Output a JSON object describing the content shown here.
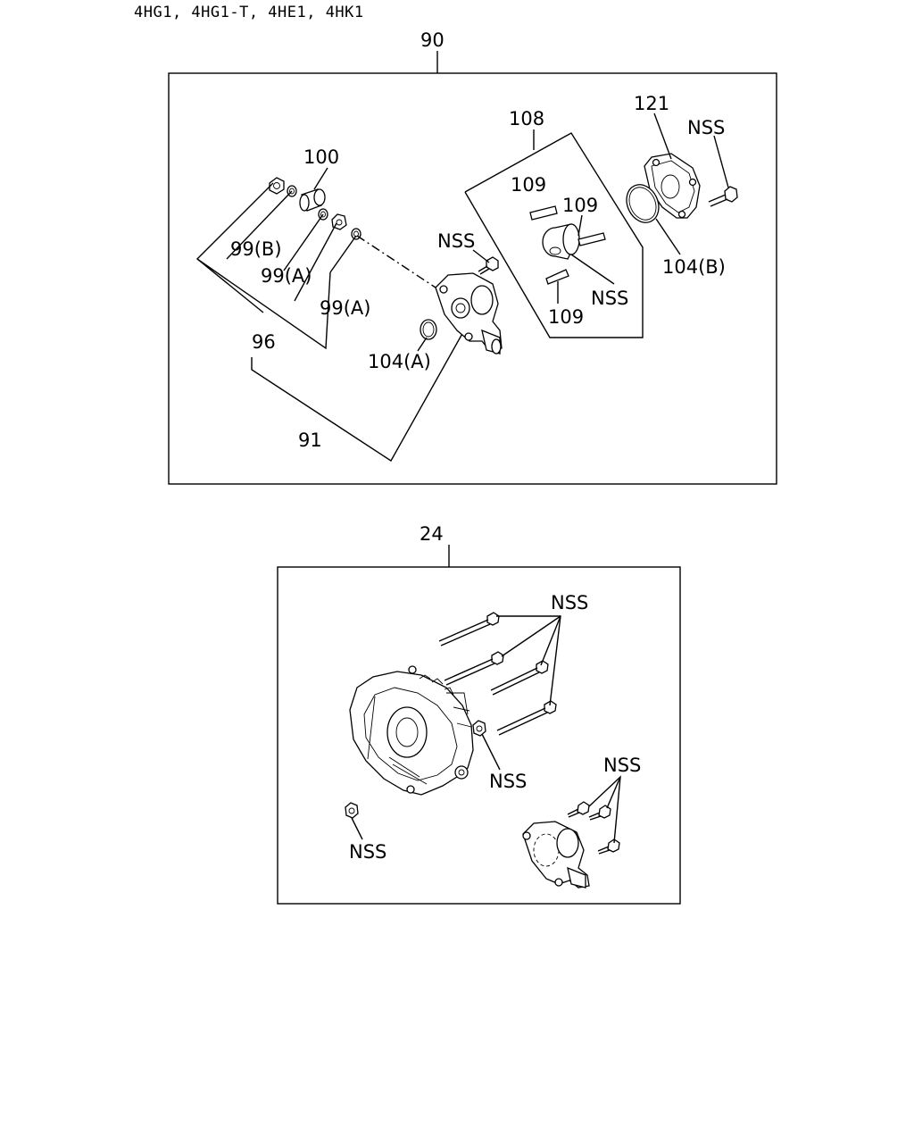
{
  "header": {
    "engines": "4HG1, 4HG1-T, 4HE1, 4HK1"
  },
  "diagram_top": {
    "box_ref": "90",
    "labels": {
      "l100": "100",
      "l99b": "99(B)",
      "l99a1": "99(A)",
      "l99a2": "99(A)",
      "l96": "96",
      "l91": "91",
      "lnss1": "NSS",
      "l104a": "104(A)",
      "l108": "108",
      "l109a": "109",
      "l109b": "109",
      "l109c": "109",
      "lnss2": "NSS",
      "l121": "121",
      "lnss3": "NSS",
      "l104b": "104(B)"
    }
  },
  "diagram_bottom": {
    "box_ref": "24",
    "labels": {
      "lnss_bolts": "NSS",
      "lnss_nut": "NSS",
      "lnss_screws": "NSS",
      "lnss_loose": "NSS"
    }
  }
}
